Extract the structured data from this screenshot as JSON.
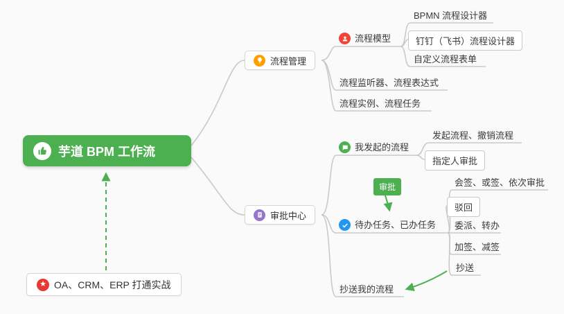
{
  "root": {
    "label": "芋道 BPM 工作流"
  },
  "note": {
    "label": "OA、CRM、ERP 打通实战"
  },
  "process_management": {
    "label": "流程管理",
    "children": {
      "process_model": "流程模型",
      "bpmn_designer": "BPMN 流程设计器",
      "dingtalk_designer": "钉钉（飞书）流程设计器",
      "custom_form": "自定义流程表单",
      "listener_expression": "流程监听器、流程表达式",
      "instance_task": "流程实例、流程任务"
    }
  },
  "approval_center": {
    "label": "审批中心",
    "children": {
      "my_initiated": "我发起的流程",
      "initiate_cancel": "发起流程、撤销流程",
      "assigned_approver": "指定人审批",
      "approval_tag": "审批",
      "todo_done": "待办任务、已办任务",
      "countersign": "会签、或签、依次审批",
      "reject": "驳回",
      "delegate_transfer": "委派、转办",
      "add_reduce_sign": "加签、减签",
      "cc": "抄送",
      "cc_my_process": "抄送我的流程"
    }
  },
  "colors": {
    "root_bg": "#4caf50",
    "connector_gray": "#c9c9c9",
    "arrow_green": "#4caf50",
    "icon_process_management": "#ffa000",
    "icon_approval_center": "#9575cd",
    "icon_process_model": "#f44336",
    "icon_my_initiated": "#4caf50",
    "icon_todo_done": "#2196f3",
    "icon_note_star": "#e53935"
  }
}
